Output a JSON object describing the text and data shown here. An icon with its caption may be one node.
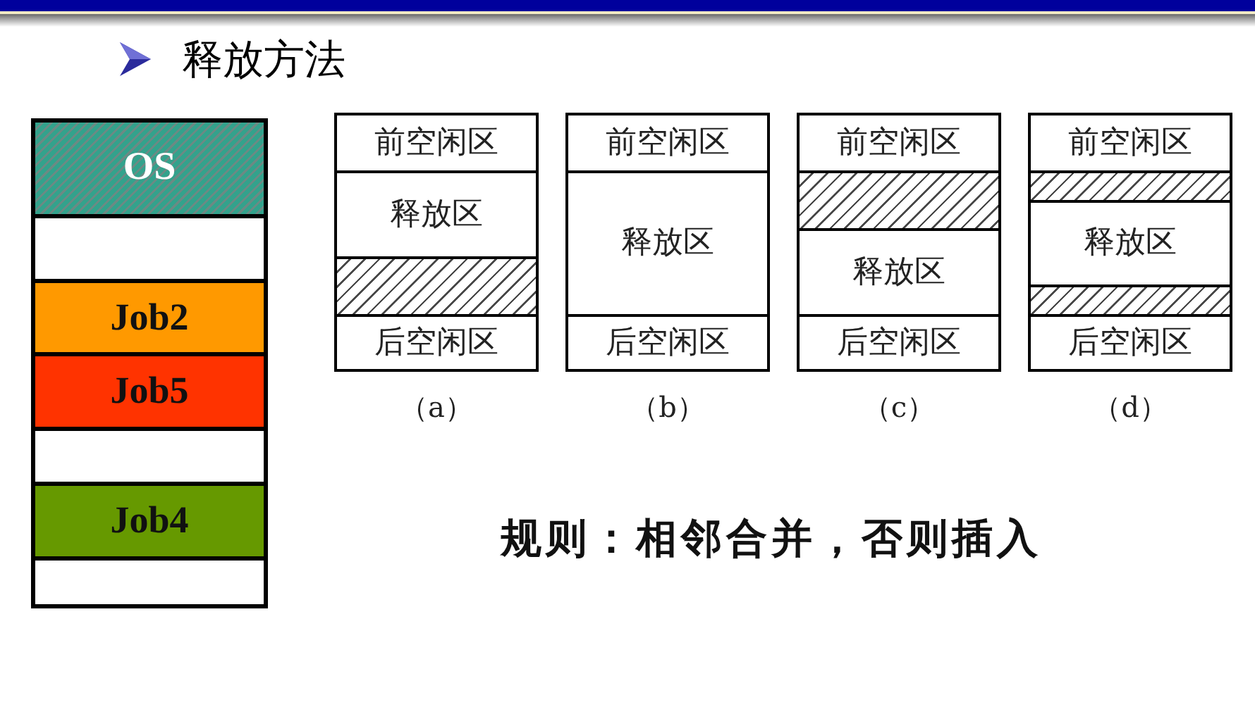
{
  "diagram": {
    "title": "释放方法",
    "nodes": [
      {
        "text": [],
        "shape": "box"
      },
      {
        "text": [
          "OS"
        ],
        "in": 0
      },
      {
        "text": [],
        "shape": "box",
        "in": 0
      },
      {
        "text": [
          "Job2"
        ],
        "in": 0
      },
      {
        "text": [
          "Job5"
        ],
        "in": 0
      },
      {
        "text": [],
        "shape": "box",
        "in": 0
      },
      {
        "text": [
          "Job4"
        ],
        "in": 0
      },
      {
        "text": [],
        "shape": "box",
        "in": 0
      },
      {
        "text": [],
        "shape": "box",
        "beside": [
          "（a）"
        ]
      },
      {
        "text": [
          "前空闲区"
        ],
        "in": 8
      },
      {
        "text": [
          "释放区"
        ],
        "in": 8
      },
      {
        "text": [],
        "shape": "box",
        "in": 8
      },
      {
        "text": [
          "后空闲区"
        ],
        "in": 8
      },
      {
        "text": [],
        "shape": "box",
        "beside": [
          "（b）"
        ]
      },
      {
        "text": [
          "前空闲区"
        ],
        "in": 13
      },
      {
        "text": [
          "释放区"
        ],
        "in": 13
      },
      {
        "text": [
          "后空闲区"
        ],
        "in": 13
      },
      {
        "text": [],
        "shape": "box",
        "beside": [
          "（c）"
        ]
      },
      {
        "text": [
          "前空闲区"
        ],
        "in": 17
      },
      {
        "text": [],
        "shape": "box",
        "in": 17
      },
      {
        "text": [
          "释放区"
        ],
        "in": 17
      },
      {
        "text": [
          "后空闲区"
        ],
        "in": 17
      },
      {
        "text": [],
        "shape": "box",
        "beside": [
          "（d）"
        ]
      },
      {
        "text": [
          "前空闲区"
        ],
        "in": 22
      },
      {
        "text": [],
        "shape": "box",
        "in": 22
      },
      {
        "text": [
          "释放区"
        ],
        "in": 22
      },
      {
        "text": [],
        "shape": "box",
        "in": 22
      },
      {
        "text": [
          "后空闲区"
        ],
        "in": 22
      }
    ],
    "labels": [
      "规则：相邻合并，否则插入"
    ]
  }
}
